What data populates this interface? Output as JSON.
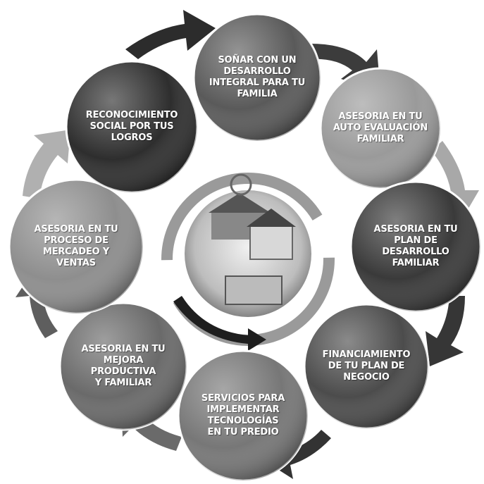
{
  "diagram": {
    "steps": [
      {
        "label": "SOÑAR CON UN\nDESARROLLO\nINTEGRAL PARA TU\nFAMILIA",
        "shade": "#5a5a5a"
      },
      {
        "label": "ASESORIA EN TU\nAUTO EVALUACIÓN\nFAMILIAR",
        "shade": "#9a9a9a"
      },
      {
        "label": "ASESORIA EN TU\nPLAN DE\nDESARROLLO\nFAMILIAR",
        "shade": "#3a3a3a"
      },
      {
        "label": "FINANCIAMIENTO\nDE TU PLAN DE\nNEGOCIO",
        "shade": "#4c4c4c"
      },
      {
        "label": "SERVICIOS PARA\nIMPLEMENTAR\nTECNOLOGÍAS\nEN TU PREDIO",
        "shade": "#777777"
      },
      {
        "label": "ASESORIA EN TU\nMEJORA\nPRODUCTIVA\nY FAMILIAR",
        "shade": "#6a6a6a"
      },
      {
        "label": "ASESORIA EN TU\nPROCESO DE\nMERCADEO Y\nVENTAS",
        "shade": "#8e8e8e"
      },
      {
        "label": "RECONOCIMIENTO\nSOCIAL POR TUS\nLOGROS",
        "shade": "#2e2e2e"
      }
    ]
  }
}
